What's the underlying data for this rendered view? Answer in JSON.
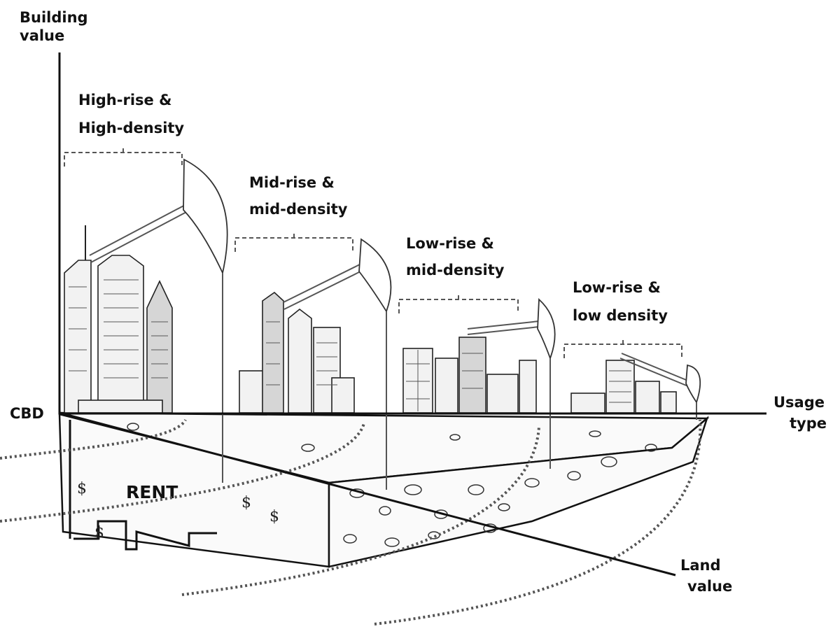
{
  "axes": {
    "y_axis_label_line1": "Building",
    "y_axis_label_line2": "value",
    "x_axis_label_line1": "Usage",
    "x_axis_label_line2": "type",
    "z_axis_label_line1": "Land",
    "z_axis_label_line2": "value",
    "origin_label": "CBD"
  },
  "zones": [
    {
      "line1": "High-rise &",
      "line2": "High-density"
    },
    {
      "line1": "Mid-rise &",
      "line2": "mid-density"
    },
    {
      "line1": "Low-rise &",
      "line2": "mid-density"
    },
    {
      "line1": "Low-rise &",
      "line2": "low density"
    }
  ],
  "ground": {
    "rent_label": "RENT",
    "currency_symbol": "$"
  }
}
